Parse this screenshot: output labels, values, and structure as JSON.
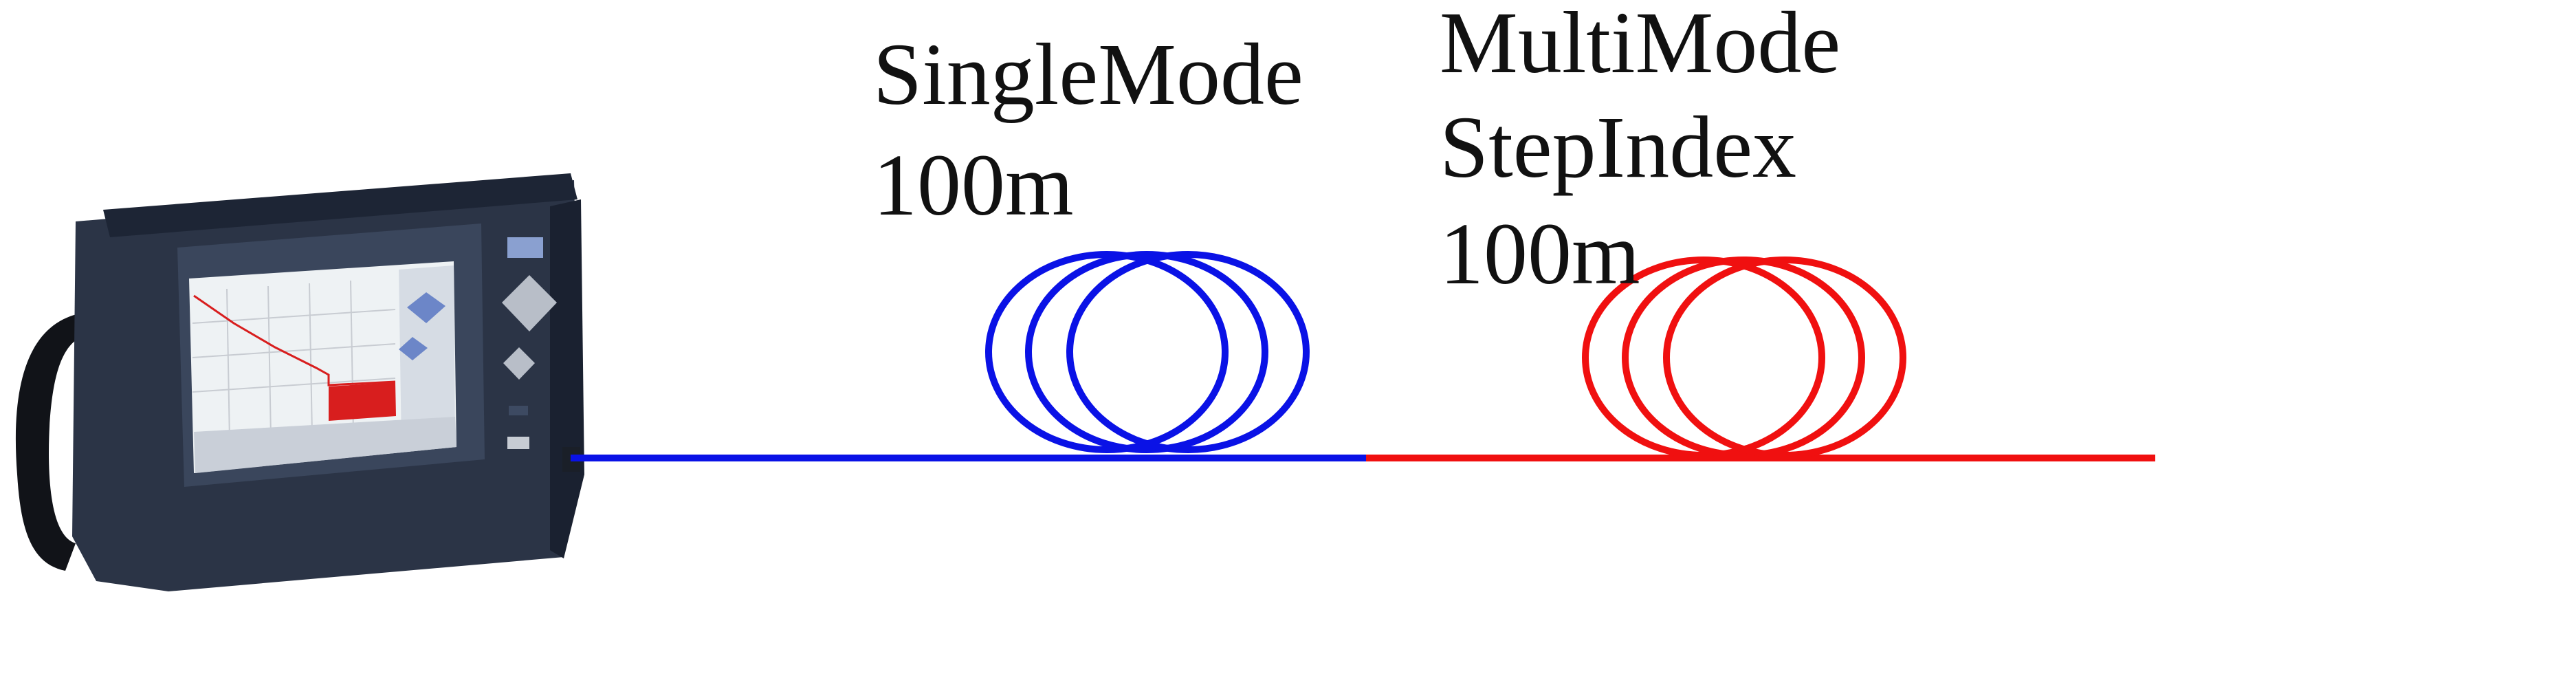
{
  "segments": [
    {
      "fiber_type_line1": "SingleMode",
      "length_label": "100m",
      "color": "#0a12e6"
    },
    {
      "fiber_type_line1": "MultiMode",
      "fiber_type_line2": "StepIndex",
      "length_label": "100m",
      "color": "#f01010"
    }
  ],
  "device": {
    "icon": "otdr-instrument-icon",
    "body_color": "#2b3446",
    "screen_trace_color": "#d81e1e",
    "button_color": "#6c86c8"
  }
}
